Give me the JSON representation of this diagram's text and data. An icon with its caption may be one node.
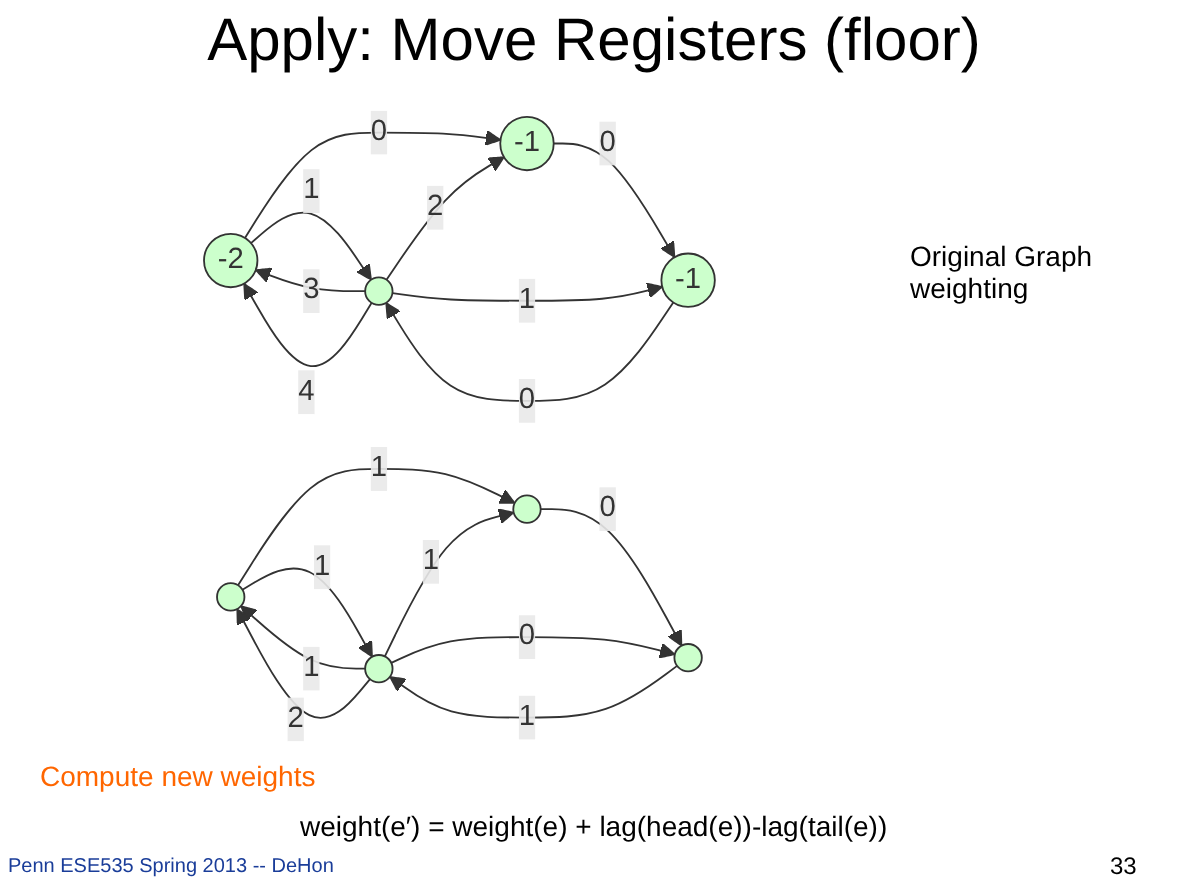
{
  "diagram": {
    "title": "Apply: Move Registers (floor)",
    "nodes": [
      {
        "text": [
          "-2"
        ]
      },
      {
        "text": [
          "-1"
        ]
      },
      {
        "text": [
          "-1"
        ]
      },
      {
        "text": [],
        "shape": "circle"
      },
      {
        "text": [],
        "shape": "circle"
      },
      {
        "text": [],
        "shape": "circle"
      },
      {
        "text": [],
        "shape": "circle"
      },
      {
        "text": [],
        "shape": "circle"
      }
    ],
    "edges": [
      {
        "from": 0,
        "to": 3,
        "arrow": "to",
        "label": "1"
      },
      {
        "from": 0,
        "to": 1,
        "arrow": "to",
        "label": "0"
      },
      {
        "from": 1,
        "to": 2,
        "arrow": "to",
        "label": "0"
      },
      {
        "from": 2,
        "to": 3,
        "arrow": "to",
        "label": "0"
      },
      {
        "from": 3,
        "to": 2,
        "arrow": "to",
        "label": "1"
      },
      {
        "from": 3,
        "to": 1,
        "arrow": "to",
        "label": "2"
      },
      {
        "from": 3,
        "to": 0,
        "arrow": "to",
        "label": "3"
      },
      {
        "from": 3,
        "to": 0,
        "arrow": "to",
        "label": "4"
      },
      {
        "from": 4,
        "to": 7,
        "arrow": "to",
        "label": "1"
      },
      {
        "from": 4,
        "to": 5,
        "arrow": "to",
        "label": "1"
      },
      {
        "from": 5,
        "to": 6,
        "arrow": "to",
        "label": "0"
      },
      {
        "from": 6,
        "to": 7,
        "arrow": "to",
        "label": "1"
      },
      {
        "from": 7,
        "to": 6,
        "arrow": "to",
        "label": "0"
      },
      {
        "from": 7,
        "to": 5,
        "arrow": "to",
        "label": "1"
      },
      {
        "from": 7,
        "to": 4,
        "arrow": "to",
        "label": "1"
      },
      {
        "from": 7,
        "to": 4,
        "arrow": "to",
        "label": "2"
      }
    ],
    "labels": [
      "Original Graph weighting",
      "Compute new weights",
      "weight(e′) = weight(e) + lag(head(e))-lag(tail(e))",
      "Penn ESE535 Spring 2013 -- DeHon",
      "33"
    ]
  }
}
